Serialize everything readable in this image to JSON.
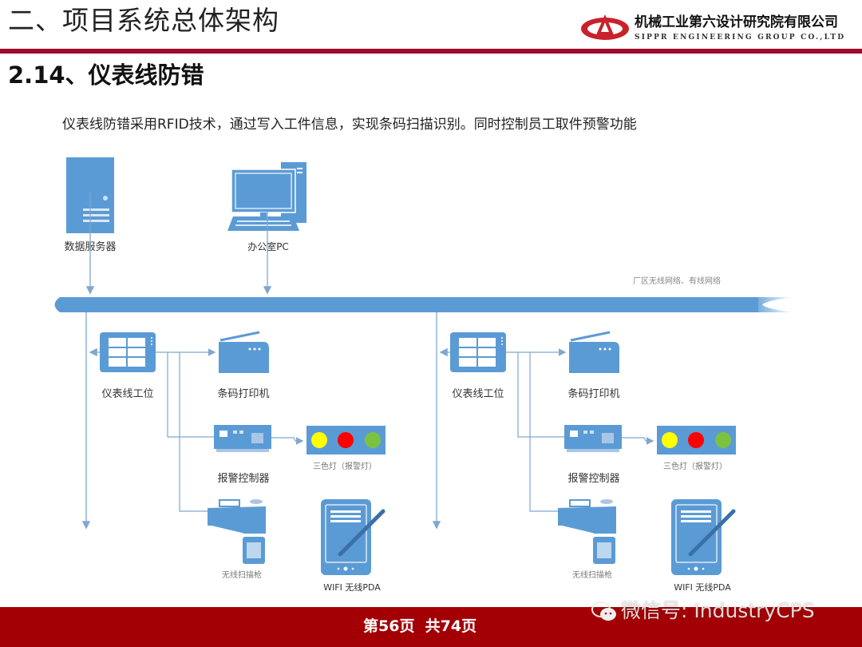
{
  "header": {
    "title": "二、项目系统总体架构",
    "company_name": "机械工业第六设计研究院有限公司",
    "company_name_en": "SIPPR ENGINEERING GROUP CO.,LTD"
  },
  "section": {
    "title": "2.14、仪表线防错",
    "description": "仪表线防错采用RFID技术，通过写入工件信息，实现条码扫描识别。同时控制员工取件预警功能"
  },
  "diagram": {
    "server_label": "数据服务器",
    "office_pc_label": "办公室PC",
    "network_label": "厂区无线网络、有线网络",
    "stations": [
      {
        "workstation": "仪表线工位",
        "printer": "条码打印机",
        "alarm_controller": "报警控制器",
        "tri_light": "三色灯（报警灯）",
        "scanner": "无线扫描枪",
        "pda": "WIFI 无线PDA"
      },
      {
        "workstation": "仪表线工位",
        "printer": "条码打印机",
        "alarm_controller": "报警控制器",
        "tri_light": "三色灯（报警灯）",
        "scanner": "无线扫描枪",
        "pda": "WIFI 无线PDA"
      }
    ],
    "colors": {
      "icon": "#5b9bd5",
      "line": "#7fa7d0",
      "yellow": "#ffff00",
      "red": "#ff0000",
      "green": "#7cc242"
    }
  },
  "footer": {
    "page_text": "第56页  共74页",
    "watermark": "微信号: IndustryCPS"
  }
}
